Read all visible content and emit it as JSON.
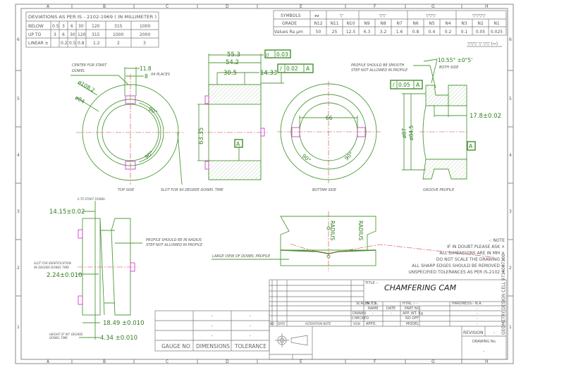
{
  "frame": {
    "columns_top": [
      "A",
      "B",
      "C",
      "D",
      "E",
      "F",
      "G",
      "H"
    ],
    "columns_bottom": [
      "A",
      "B",
      "C",
      "D",
      "E",
      "F",
      "G",
      "H"
    ],
    "rows_left": [
      "6",
      "5",
      "4",
      "3",
      "2",
      "1"
    ],
    "rows_right": [
      "6",
      "5",
      "4",
      "3",
      "2",
      "1"
    ]
  },
  "deviation_table": {
    "title": "DEVIATIONS AS PER IS - 2102-1969 ( IN MILLIMETER )",
    "rows": [
      [
        "BELOW",
        "0.5",
        "3",
        "6",
        "30",
        "120",
        "315",
        "1000"
      ],
      [
        "UP TO",
        "3",
        "6",
        "30",
        "120",
        "315",
        "1000",
        "2000"
      ],
      [
        "LINEAR ±",
        "",
        "0.2",
        "0.5",
        "0.8",
        "1.2",
        "2",
        "3"
      ]
    ]
  },
  "symbols_table": {
    "symbols_label": "SYMBOLS",
    "symbols": [
      "∾",
      "▽",
      "▽▽",
      "▽▽▽",
      "▽▽▽▽"
    ],
    "grade_label": "GRADE",
    "grades": [
      "N12",
      "N11",
      "N10",
      "N9",
      "N8",
      "N7",
      "N6",
      "N5",
      "N4",
      "N3",
      "N2",
      "N1"
    ],
    "values_label": "Values Ra µm",
    "values": [
      "50",
      "25",
      "12.5",
      "6.3",
      "3.2",
      "1.6",
      "0.8",
      "0.4",
      "0.2",
      "0.1",
      "0.05",
      "0.025"
    ],
    "general_finish": "▽▽▽  ▽ ▽▽ (∾)"
  },
  "top_side": {
    "label": "TOP SIDE",
    "center_note": "CENTER FOR START DOWEL",
    "center_note_l1": "CENTER FOR START",
    "center_note_l2": "DOWEL",
    "dim_slot_outer": "11.8",
    "dim_slot": "8",
    "places": "04 PLACES",
    "dia_outer": "ø108.2",
    "dia_inner": "ø84",
    "angle1": "90°",
    "angle2": "90°",
    "slot_note": "SLOT FOR 90 DEGREE DOWEL TIME"
  },
  "side_view": {
    "dim1": "55.3",
    "dim2": "54.2",
    "dim3": "30.5",
    "dim4": "14.33",
    "dim_height": "63.35",
    "parallel_tol": "0.03",
    "runout_tol": "0.02",
    "datum": "A",
    "datum_ref": "A"
  },
  "bottom_side": {
    "label": "BOTTAM SIDE",
    "dim": "66",
    "angle1": "90°",
    "angle2": "90°"
  },
  "groove_profile": {
    "label": "GROOVE PROFILE",
    "note_l1": "PROFILE SHOULD BE SMOOTH",
    "note_l2": "STEP NOT ALLOWED IN PROFILE",
    "angle": "10.55° ±0°5'",
    "both_side": "BOTH SIDE",
    "runout_tol": "0.05",
    "datum_ref": "A",
    "dia1": "ø87",
    "dia2": "ø84.5",
    "dim": "17.8±0.02",
    "datum": "A"
  },
  "dowel_side": {
    "start_note": "0 TO START DOWEL",
    "dim1": "14.15±0.02",
    "slot_note_l1": "SLOT FOR IDENTIFICATION",
    "slot_note_l2": "90 DEGREE DOWEL TIME",
    "dim2": "2.24±0.010",
    "dim3": "18.49 ±0.010",
    "height_note_l1": "HEIGHT AT 90° DEGREE",
    "height_note_l2": "DOWEL TIME",
    "dim4": "4.34 ±0.010",
    "profile_note_l1": "PROFILE SHOULD BE IN RADIUS",
    "profile_note_l2": "STEP NOT ALLOWED IN PROFILE"
  },
  "large_view": {
    "label": "LARGE VIEW OF DOWEL PROFILE",
    "radius1": "RADIUS",
    "radius2": "RADIUS"
  },
  "notes": {
    "heading": "-: NOTE",
    "items": [
      "IF IN DOUBT PLEASE ASK ×",
      "ALL DIMENSIONS ARE IN MM ×",
      "DO NOT SCALE THE DRAWING ×",
      "ALL SHARP EDGES SHOULD BE REMOVED ×",
      "UNSPECIFIED TOLERANCES AS PER IS-2102 ×"
    ]
  },
  "gauge_table": {
    "headers": [
      "GAUGE NO",
      "DIMENSIONS",
      "TOLERANCE"
    ],
    "rows": [
      [
        "",
        "-",
        "-"
      ],
      [
        "",
        "-",
        "-"
      ],
      [
        "",
        "-",
        "-"
      ]
    ]
  },
  "title_block": {
    "title_label": "TITLE :-",
    "title": "CHAMFERING CAM",
    "scale_label": "SCALE",
    "scale": "N.T.S.",
    "htrl": "HTRL :- -",
    "hardness": "HARDNESS:- N.A.",
    "name": "NAME",
    "date": "DATE",
    "part_no": "PART NO.",
    "part_no_val": "-",
    "drawn": "DRAWN",
    "drawn_name": "-",
    "drawn_date": "-",
    "app_wt": "APP. WT. Kg",
    "app_wt_val": "-",
    "checked": "CHECKED",
    "no_off": "NO OFF",
    "no_off_val": "-",
    "appd": "APPD.",
    "model": "MODEL",
    "model_val": "-",
    "alt_no": "NO",
    "alt_date": "DATE",
    "alt_note": "ALTERATION NOTE",
    "alt_sign": "SIGN",
    "revision": "REVISION",
    "revision_val": "-",
    "drawing_no": "DRAWING No.",
    "drawing_no_val": "-"
  },
  "side_credit": "GEOMETRY DESIGN  CELL 9714007100"
}
